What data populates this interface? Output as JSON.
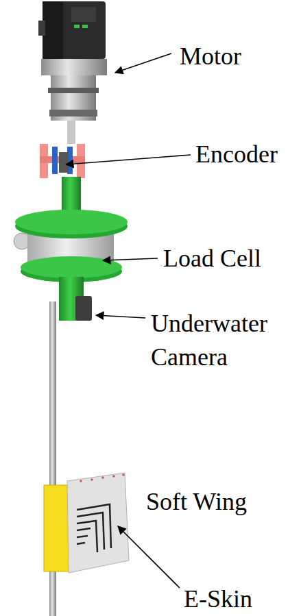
{
  "diagram": {
    "labels": [
      "Motor",
      "Encoder",
      "Load Cell",
      "Underwater Camera",
      "Soft Wing",
      "E-Skin"
    ]
  }
}
